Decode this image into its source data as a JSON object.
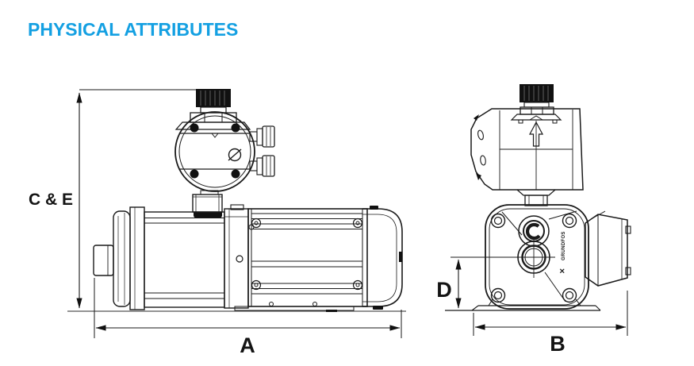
{
  "title": {
    "text": "PHYSICAL ATTRIBUTES",
    "color": "#14a0e2"
  },
  "diagram": {
    "side_view": {
      "dimension_labels": {
        "height": "C & E",
        "length": "A"
      }
    },
    "end_view": {
      "dimension_labels": {
        "height": "D",
        "width": "B"
      },
      "brand_vertical_text": "GRUNDFOS",
      "brand_mark": "✕"
    },
    "colors": {
      "line": "#1a1a1a",
      "label": "#141414",
      "background": "#ffffff"
    }
  }
}
